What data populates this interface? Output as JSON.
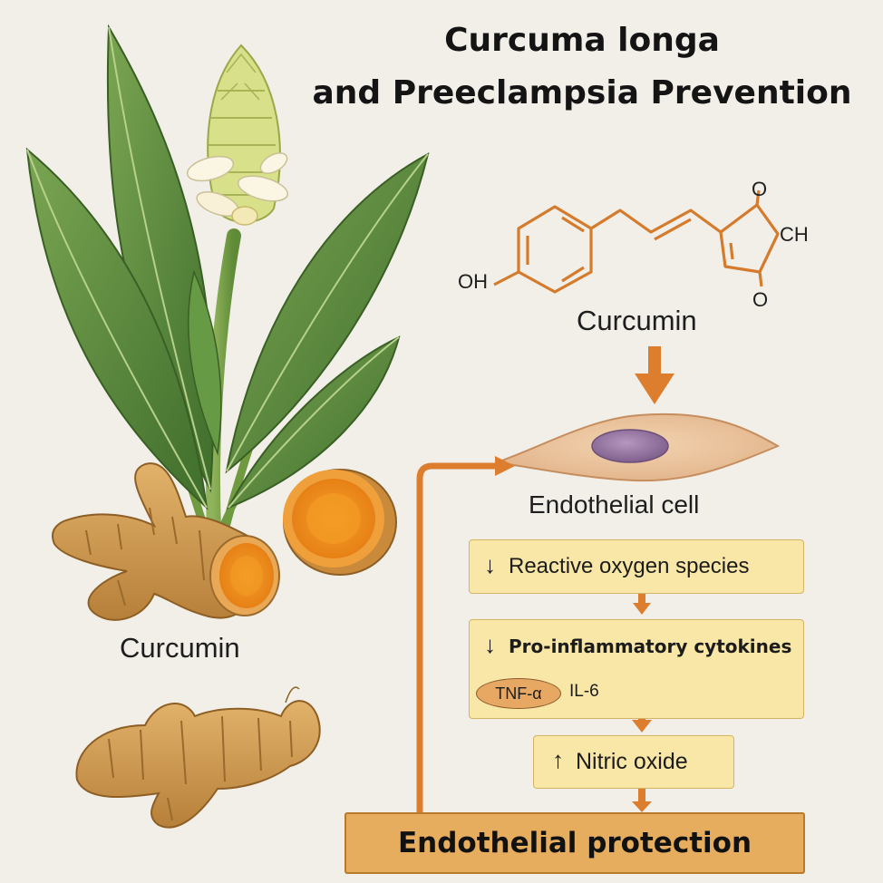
{
  "title": {
    "line1": "Curcuma longa",
    "line2": "and Preeclampsia Prevention"
  },
  "plant_label": "Curcumin",
  "molecule": {
    "name": "Curcumin",
    "atom_oh": "OH",
    "atom_o_top": "O",
    "atom_ch": "CH",
    "atom_o_bottom": "O"
  },
  "cell_label": "Endothelial cell",
  "steps": [
    {
      "arrow": "↓",
      "text": "Reactive oxygen species"
    },
    {
      "arrow": "↓",
      "text": "Pro-inflammatory cytokines",
      "markers": [
        "TNF-α",
        "IL-6"
      ]
    },
    {
      "arrow": "↑",
      "text": "Nitric oxide"
    }
  ],
  "outcome": "Endothelial protection",
  "colors": {
    "accent_orange": "#dd7e2e",
    "box_fill": "#f8e7a6",
    "outcome_fill": "#e6ad5e",
    "leaf_green": "#5b8a3c",
    "turmeric_skin": "#cf9a4e",
    "turmeric_flesh": "#f08a1c",
    "nucleus_purple": "#9c7ba6"
  }
}
